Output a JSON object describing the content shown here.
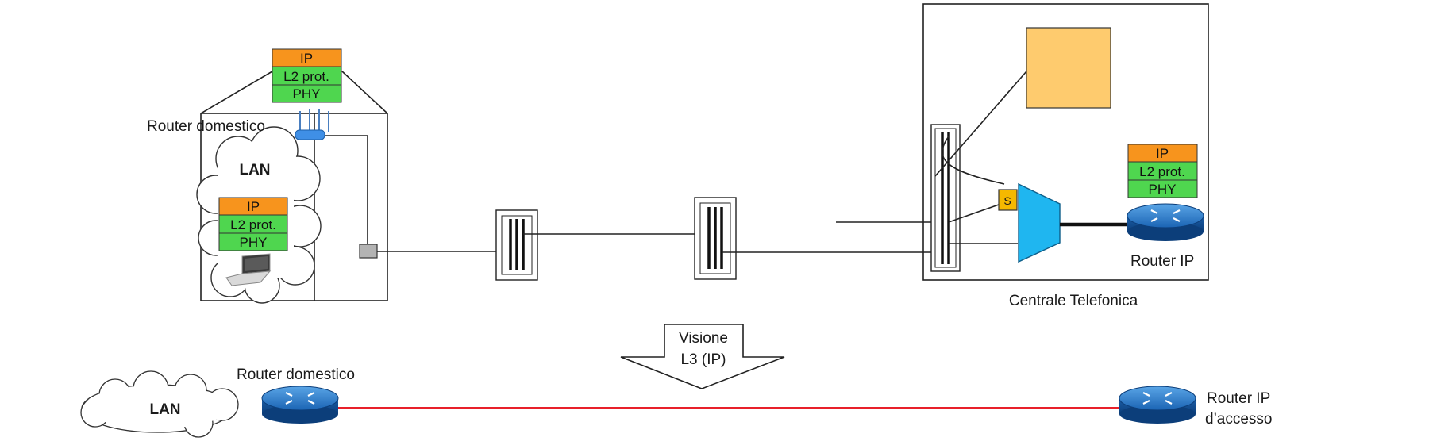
{
  "home": {
    "router_label": "Router domestico",
    "lan_label": "LAN",
    "router_stack": {
      "l3": "IP",
      "l2": "L2 prot.",
      "l1": "PHY"
    },
    "pc_stack": {
      "l3": "IP",
      "l2": "L2 prot.",
      "l1": "PHY"
    }
  },
  "central": {
    "label": "Centrale Telefonica",
    "splitter_label": "S",
    "router_label": "Router IP",
    "router_stack": {
      "l3": "IP",
      "l2": "L2 prot.",
      "l1": "PHY"
    }
  },
  "arrow": {
    "line1": "Visione",
    "line2": "L3 (IP)"
  },
  "bottom": {
    "lan_label": "LAN",
    "home_router_label": "Router domestico",
    "access_router_line1": "Router IP",
    "access_router_line2": "d’accesso"
  },
  "colors": {
    "ip_layer": "#f7941d",
    "l2_layer": "#4fd64f",
    "phy_layer": "#4fd64f",
    "dslam_box": "#fecb6e",
    "splitter": "#f5b800",
    "dslam": "#1fb6f0",
    "router": "#1f6fbf",
    "l3_link": "#e8202a"
  }
}
